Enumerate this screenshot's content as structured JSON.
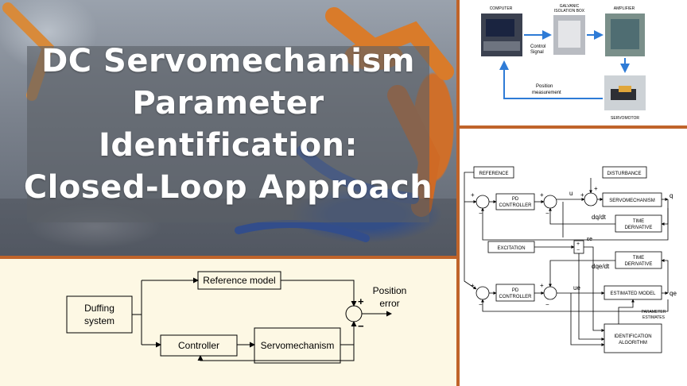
{
  "title": {
    "lines": [
      "DC Servomechanism",
      "Parameter",
      "Identification:",
      "Closed-Loop Approach"
    ]
  },
  "photo_diagram": {
    "computer": "COMPUTER",
    "isolation_box": [
      "GALVANIC",
      "ISOLATION BOX"
    ],
    "amplifier": "AMPLIFIER",
    "servomotor": "SERVOMOTOR",
    "control_signal": [
      "Control",
      "Signal"
    ],
    "position_measurement": [
      "Position",
      "measurement"
    ]
  },
  "control_diagram": {
    "reference": "REFERENCE",
    "disturbance": "DISTURBANCE",
    "pd_controller": [
      "PD",
      "CONTROLLER"
    ],
    "servomechanism": "SERVOMECHANISM",
    "q": "q",
    "u": "u",
    "dq_dt": "dq/dt",
    "time_derivative": [
      "TIME",
      "DERIVATIVE"
    ],
    "excitation": "EXCITATION",
    "epsilon_e": "εe",
    "dqe_dt": "dqe/dt",
    "ue": "ue",
    "estimated_model": "ESTIMATED MODEL",
    "qe": "qe",
    "parameter_estimates": [
      "PARAMETER",
      "ESTIMATES"
    ],
    "identification_algorithm": [
      "IDENTIFICATION",
      "ALGORITHM"
    ],
    "plus": "+",
    "minus": "−"
  },
  "block_diagram": {
    "duffing_system": [
      "Duffing",
      "system"
    ],
    "reference_model": "Reference model",
    "controller": "Controller",
    "servomechanism": "Servomechanism",
    "position_error": [
      "Position",
      "error"
    ],
    "plus": "+",
    "minus": "−"
  },
  "colors": {
    "border_orange": "#c0642a",
    "arrow_blue": "#2e7bd6",
    "cream": "#fdf8e4"
  }
}
